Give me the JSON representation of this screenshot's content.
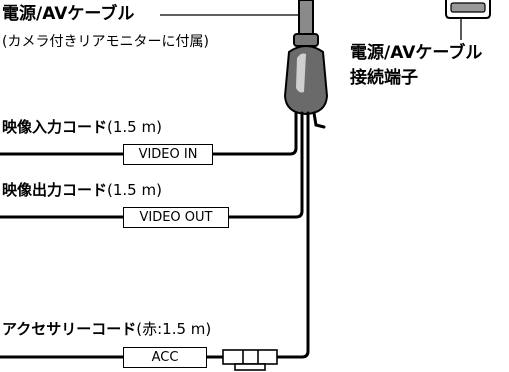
{
  "main_cable": {
    "title": "電源/AVケーブル",
    "note": "(カメラ付きリアモニターに付属)"
  },
  "terminal": {
    "line1": "電源/AVケーブル",
    "line2": "接続端子"
  },
  "cords": [
    {
      "name": "映像入力コード",
      "spec": "(1.5 m)",
      "tag": "VIDEO IN"
    },
    {
      "name": "映像出力コード",
      "spec": "(1.5 m)",
      "tag": "VIDEO OUT"
    },
    {
      "name": "アクセサリーコード",
      "spec": "(赤:1.5 m)",
      "tag": "ACC"
    }
  ]
}
